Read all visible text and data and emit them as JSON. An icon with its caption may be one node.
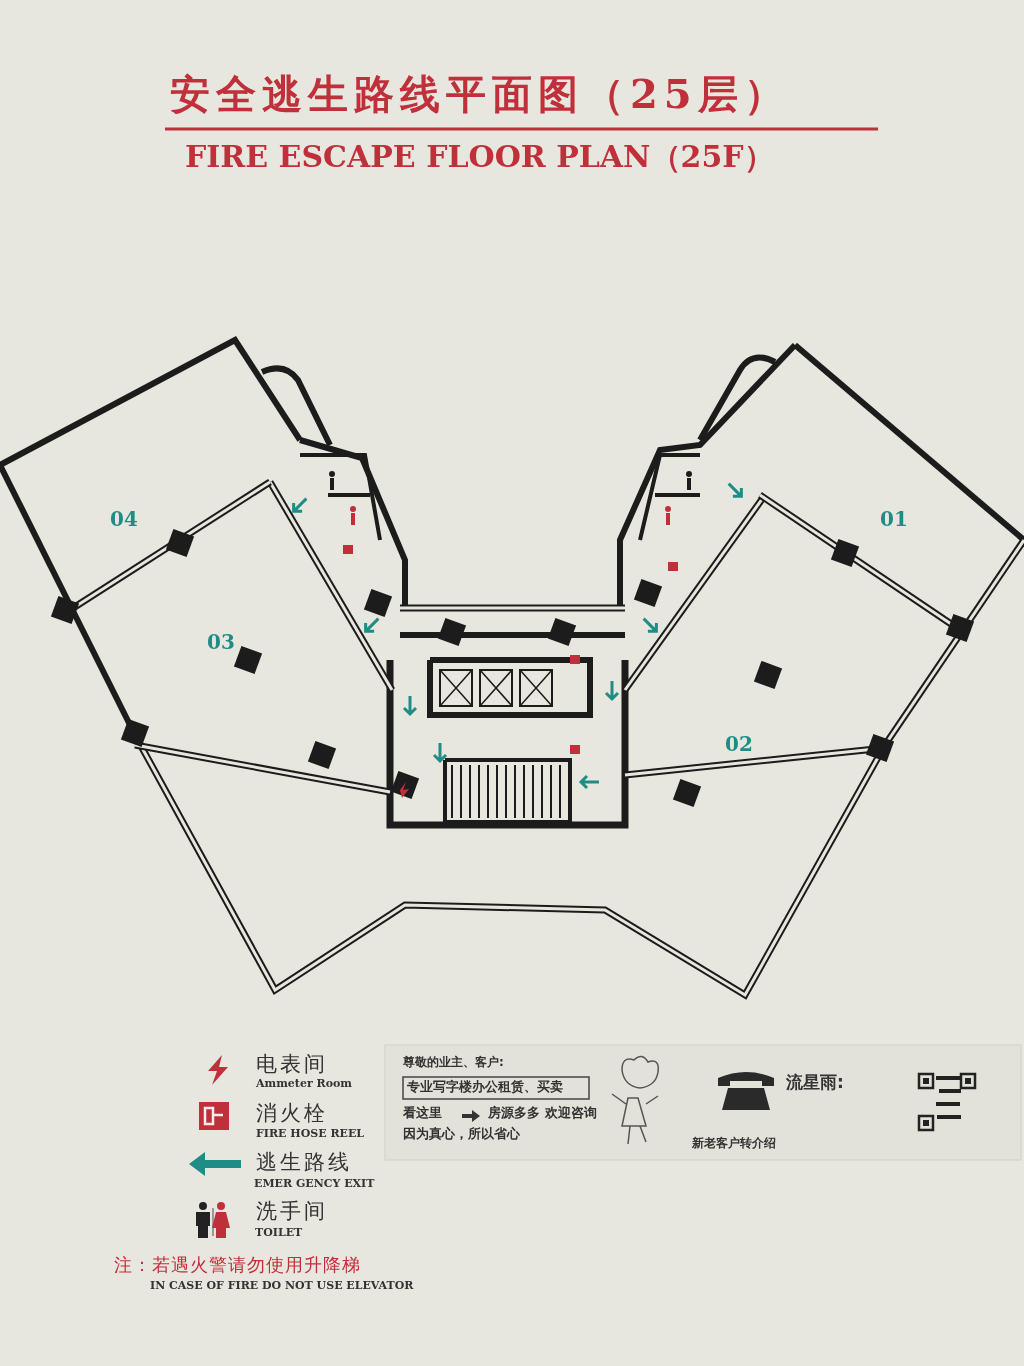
{
  "diagram": {
    "title": "安全逃生路线平面图（25层）",
    "labels": [
      "FIRE ESCAPE FLOOR PLAN（25F）",
      "04",
      "01",
      "03",
      "02",
      "Ammeter Room",
      "FIRE HOSE REEL",
      "EMER GENCY EXIT",
      "TOILET",
      "注：若遇火警请勿使用升降梯",
      "IN CASE OF FIRE DO NOT USE ELEVATOR",
      "尊敬的业主、客户:",
      "专业写字楼办公租赁、买卖",
      "看这里",
      "房源多多 欢迎咨询",
      "因为真心，所以省心",
      "流星雨:",
      "新老客户转介绍"
    ],
    "legend": [
      {
        "text": "电表间"
      },
      {
        "text": "消火栓"
      },
      {
        "text": "逃生路线"
      },
      {
        "text": "洗手间"
      }
    ]
  }
}
